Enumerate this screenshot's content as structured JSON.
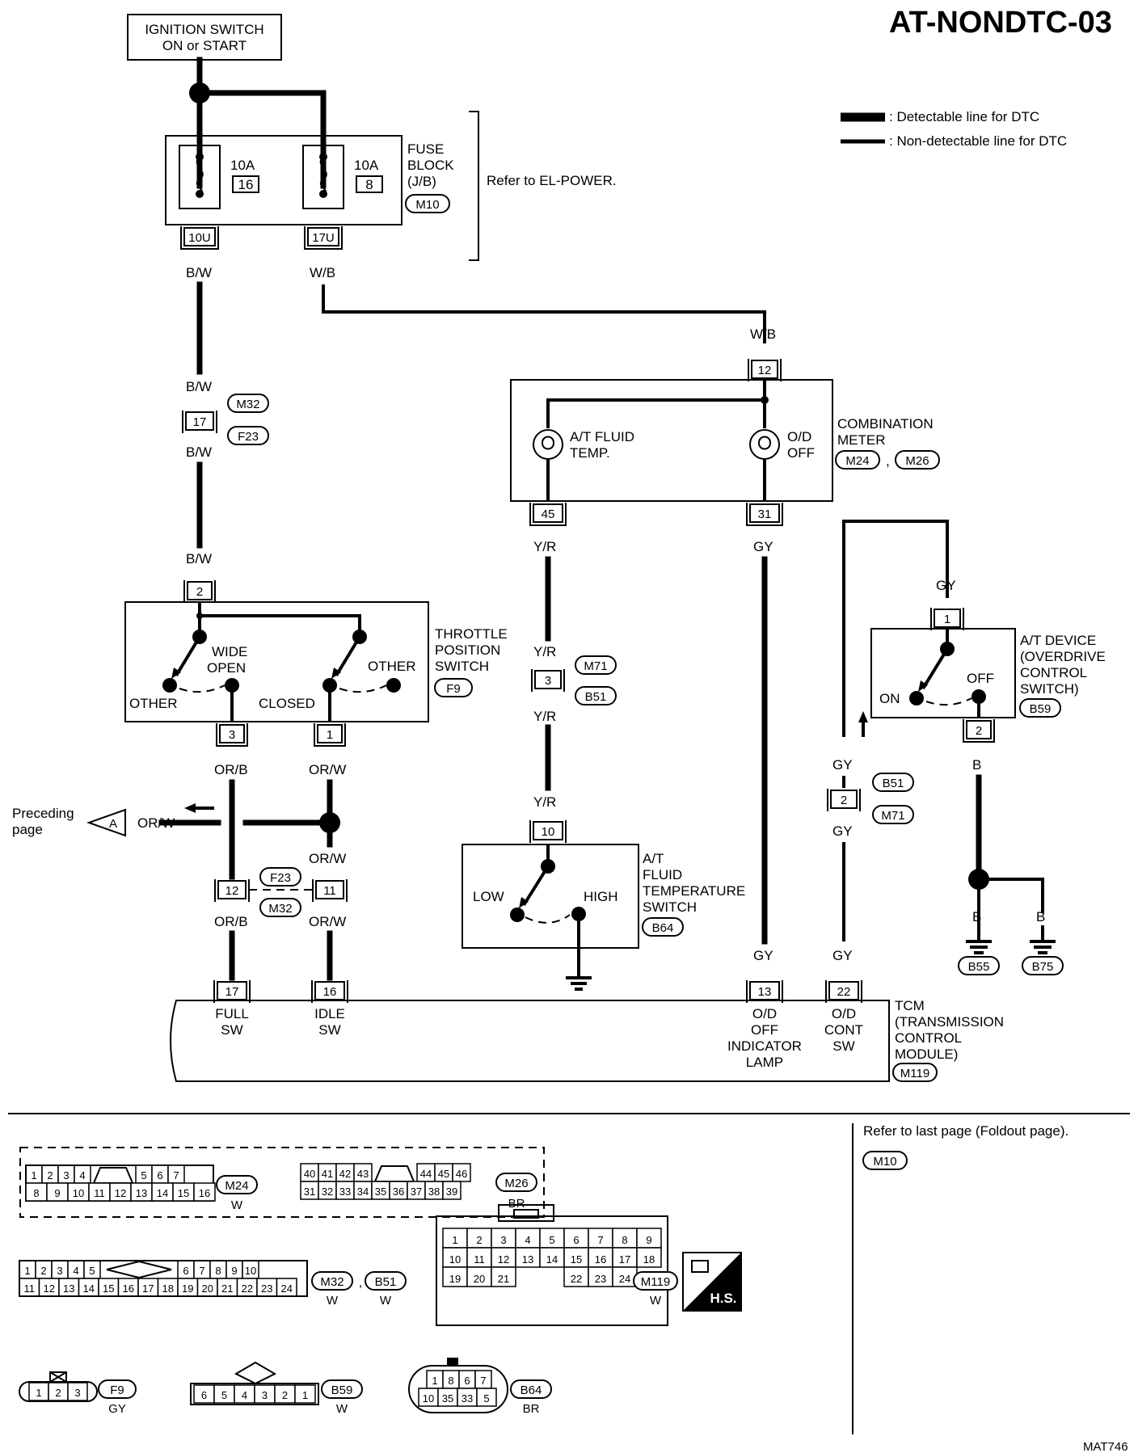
{
  "page_id": "AT-NONDTC-03",
  "figure_code": "MAT746",
  "legend": {
    "detectable": ": Detectable line for DTC",
    "non_detectable": ": Non-detectable line for DTC"
  },
  "ignition": {
    "line1": "IGNITION SWITCH",
    "line2": "ON or START"
  },
  "fuse_block": {
    "label": [
      "FUSE",
      "BLOCK",
      "(J/B)"
    ],
    "connector": "M10",
    "refer": "Refer to EL-POWER.",
    "fuses": [
      {
        "amps": "10A",
        "number": "16",
        "terminal": "10U"
      },
      {
        "amps": "10A",
        "number": "8",
        "terminal": "17U"
      }
    ]
  },
  "wire_colors": {
    "bw": "B/W",
    "wb": "W/B",
    "yr": "Y/R",
    "gy": "GY",
    "orb": "OR/B",
    "orw": "OR/W",
    "b": "B"
  },
  "connectors": {
    "m32": "M32",
    "f23": "F23",
    "m71": "M71",
    "b51": "B51",
    "b55": "B55",
    "b75": "B75",
    "b59": "B59",
    "b64": "B64",
    "f9": "F9",
    "m24": "M24",
    "m26": "M26",
    "m119": "M119"
  },
  "pins": {
    "p17": "17",
    "p12": "12",
    "p45": "45",
    "p31": "31",
    "p2": "2",
    "p3": "3",
    "p1": "1",
    "p10": "10",
    "p11": "11",
    "p16": "16",
    "p13": "13",
    "p22": "22"
  },
  "combination_meter": {
    "label": [
      "COMBINATION",
      "METER"
    ],
    "lamp1": [
      "A/T FLUID",
      "TEMP."
    ],
    "lamp2": [
      "O/D",
      "OFF"
    ],
    "comma": ","
  },
  "throttle_switch": {
    "label": [
      "THROTTLE",
      "POSITION",
      "SWITCH"
    ],
    "wide_open": [
      "WIDE",
      "OPEN"
    ],
    "other": "OTHER",
    "closed": "CLOSED"
  },
  "at_device": {
    "label": [
      "A/T DEVICE",
      "(OVERDRIVE",
      "CONTROL",
      "SWITCH)"
    ],
    "on": "ON",
    "off": "OFF"
  },
  "fluid_temp_switch": {
    "label": [
      "A/T",
      "FLUID",
      "TEMPERATURE",
      "SWITCH"
    ],
    "low": "LOW",
    "high": "HIGH"
  },
  "preceding": {
    "line1": "Preceding",
    "line2": "page",
    "marker": "A"
  },
  "tcm": {
    "label": [
      "TCM",
      "(TRANSMISSION",
      "CONTROL",
      "MODULE)"
    ],
    "terminals": {
      "full_sw": [
        "FULL",
        "SW"
      ],
      "idle_sw": [
        "IDLE",
        "SW"
      ],
      "od_lamp": [
        "O/D",
        "OFF",
        "INDICATOR",
        "LAMP"
      ],
      "od_cont": [
        "O/D",
        "CONT",
        "SW"
      ]
    }
  },
  "bottom": {
    "refer_last": "Refer to last page (Foldout page).",
    "refer_conn": "M10",
    "conn_m24_color": "W",
    "conn_m26_color": "BR",
    "conn_m32_color": "W",
    "conn_b51_color": "W",
    "conn_m119_color": "W",
    "conn_f9_color": "GY",
    "conn_b59_color": "W",
    "conn_b64_color": "BR",
    "hs": "H.S.",
    "m24_top": [
      "1",
      "2",
      "3",
      "4",
      "5",
      "6",
      "7"
    ],
    "m24_bottom": [
      "8",
      "9",
      "10",
      "11",
      "12",
      "13",
      "14",
      "15",
      "16"
    ],
    "m26_top": [
      "40",
      "41",
      "42",
      "43",
      "44",
      "45",
      "46"
    ],
    "m26_bottom": [
      "31",
      "32",
      "33",
      "34",
      "35",
      "36",
      "37",
      "38",
      "39"
    ],
    "m32_top": [
      "1",
      "2",
      "3",
      "4",
      "5",
      "6",
      "7",
      "8",
      "9",
      "10"
    ],
    "m32_bottom": [
      "11",
      "12",
      "13",
      "14",
      "15",
      "16",
      "17",
      "18",
      "19",
      "20",
      "21",
      "22",
      "23",
      "24"
    ],
    "m119_r1": [
      "1",
      "2",
      "3",
      "4",
      "5",
      "6",
      "7",
      "8",
      "9"
    ],
    "m119_r2": [
      "10",
      "11",
      "12",
      "13",
      "14",
      "15",
      "16",
      "17",
      "18"
    ],
    "m119_r3": [
      "19",
      "20",
      "21",
      "22",
      "23",
      "24"
    ],
    "f9_pins": [
      "1",
      "2",
      "3"
    ],
    "b59_pins": [
      "6",
      "5",
      "4",
      "3",
      "2",
      "1"
    ],
    "b64_top": [
      "1",
      "8",
      "6",
      "7"
    ],
    "b64_bottom": [
      "10",
      "35",
      "33",
      "5"
    ]
  }
}
